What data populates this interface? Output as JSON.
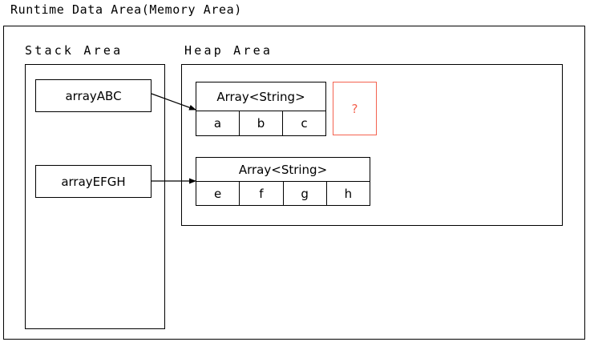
{
  "diagram": {
    "title": "Runtime Data Area(Memory Area)",
    "regions": {
      "stack": {
        "label": "Stack Area"
      },
      "heap": {
        "label": "Heap Area"
      }
    },
    "stack_variables": [
      {
        "name": "arrayABC"
      },
      {
        "name": "arrayEFGH"
      }
    ],
    "heap_objects": [
      {
        "type_label": "Array<String>",
        "cells": [
          "a",
          "b",
          "c"
        ]
      },
      {
        "type_label": "Array<String>",
        "cells": [
          "e",
          "f",
          "g",
          "h"
        ]
      }
    ],
    "unknown_marker": {
      "label": "?",
      "color": "#f4624f"
    },
    "references": [
      {
        "from": "arrayABC",
        "to": "Array<String> [a, b, c]"
      },
      {
        "from": "arrayEFGH",
        "to": "Array<String> [e, f, g, h]"
      }
    ],
    "colors": {
      "stroke": "#000000",
      "background": "#ffffff",
      "accent_red": "#f4624f"
    }
  }
}
